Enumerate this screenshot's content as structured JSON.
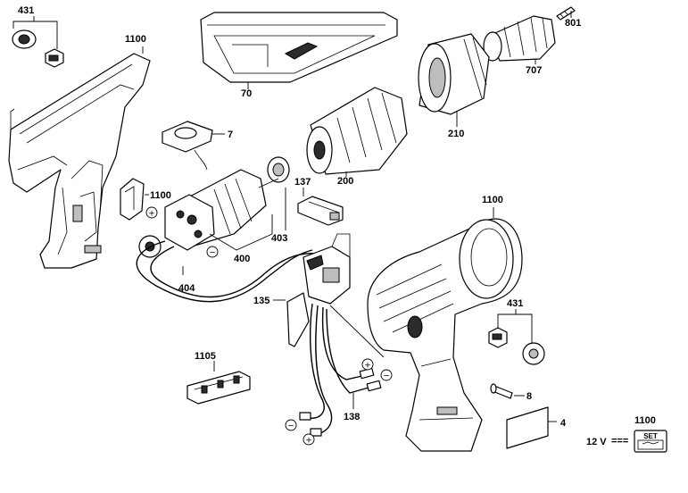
{
  "parts": {
    "p431_top": "431",
    "p1100_top": "1100",
    "p7": "7",
    "p70": "70",
    "p801": "801",
    "p707": "707",
    "p210": "210",
    "p200": "200",
    "p137": "137",
    "p1100_switch": "1100",
    "p403": "403",
    "p400": "400",
    "p404": "404",
    "p135": "135",
    "p1100_right": "1100",
    "p431_right": "431",
    "p8": "8",
    "p1105": "1105",
    "p138": "138",
    "p4": "4",
    "p1100_set": "1100"
  },
  "voltage": "12 V",
  "dc_symbol": "===",
  "set_label": "SET",
  "polarity": {
    "plus": "+",
    "minus": "−"
  }
}
